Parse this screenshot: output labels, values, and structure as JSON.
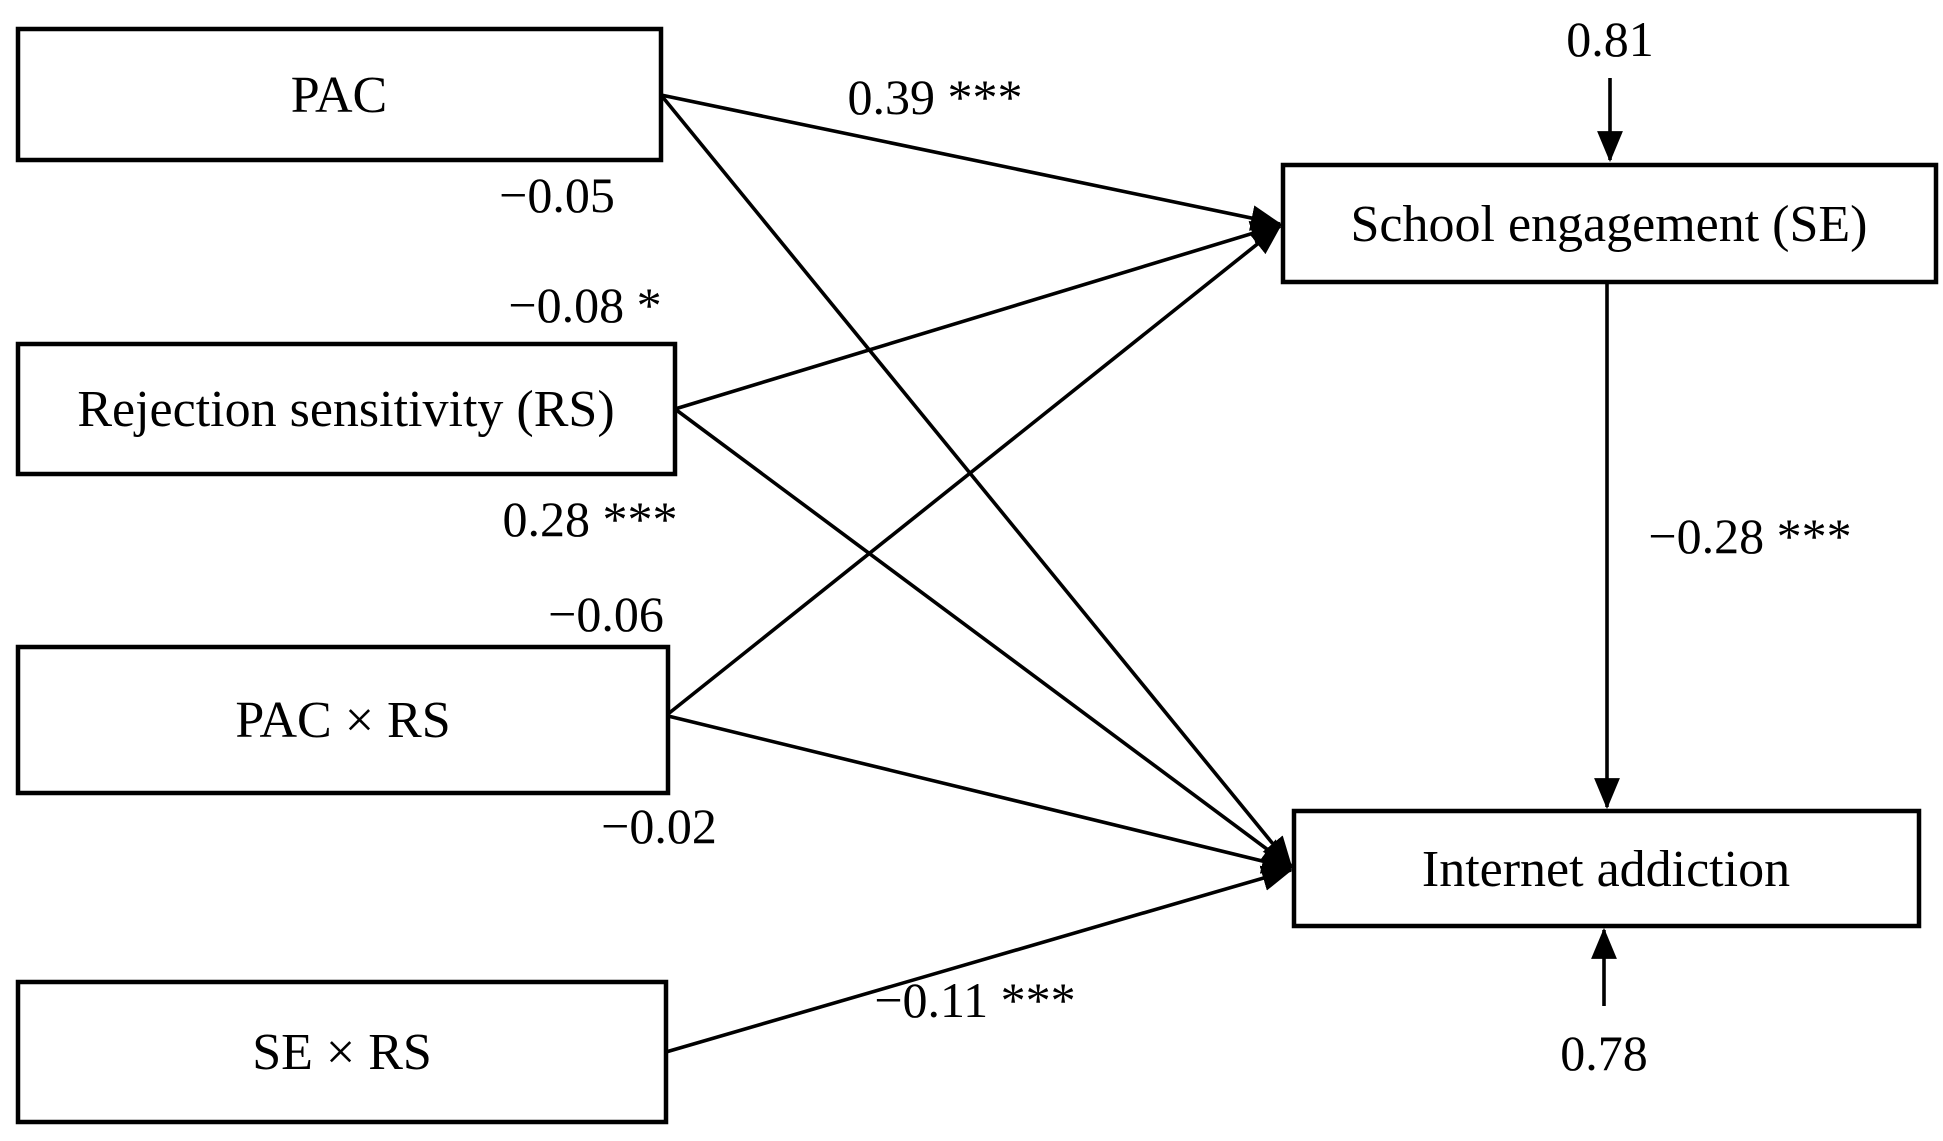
{
  "figure": {
    "type": "sem-path-diagram",
    "background_color": "#ffffff",
    "line_color": "#000000",
    "text_color": "#000000",
    "nodes": {
      "pac": {
        "label": "PAC"
      },
      "rs": {
        "label": "Rejection sensitivity (RS)"
      },
      "pac_x_rs": {
        "label": "PAC × RS"
      },
      "se_x_rs": {
        "label": "SE × RS"
      },
      "se": {
        "label": "School engagement (SE)",
        "residual": "0.81"
      },
      "ia": {
        "label": "Internet addiction",
        "residual": "0.78"
      }
    },
    "paths": {
      "pac_to_se": {
        "from": "PAC",
        "to": "School engagement (SE)",
        "coef": "0.39 ***"
      },
      "pac_to_ia": {
        "from": "PAC",
        "to": "Internet addiction",
        "coef": "−0.05"
      },
      "rs_to_se": {
        "from": "Rejection sensitivity (RS)",
        "to": "School engagement (SE)",
        "coef": "−0.08 *"
      },
      "rs_to_ia": {
        "from": "Rejection sensitivity (RS)",
        "to": "Internet addiction",
        "coef": "0.28 ***"
      },
      "pacxrs_to_se": {
        "from": "PAC × RS",
        "to": "School engagement (SE)",
        "coef": "−0.06"
      },
      "pacxrs_to_ia": {
        "from": "PAC × RS",
        "to": "Internet addiction",
        "coef": "−0.02"
      },
      "sexrs_to_ia": {
        "from": "SE × RS",
        "to": "Internet addiction",
        "coef": "−0.11 ***"
      },
      "se_to_ia": {
        "from": "School engagement (SE)",
        "to": "Internet addiction",
        "coef": "−0.28 ***"
      }
    }
  }
}
